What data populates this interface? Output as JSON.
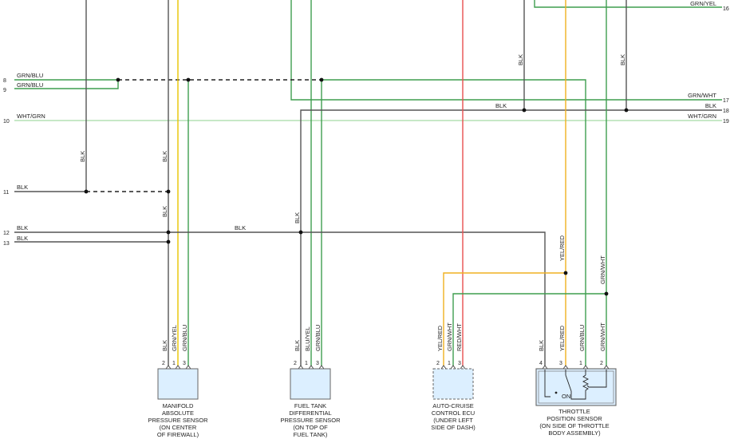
{
  "colors": {
    "blk": "#555555",
    "grn": "#3f9e4f",
    "light_grn": "#8fd08f",
    "yel": "#e8c400",
    "orange": "#f0b020",
    "red": "#e85050",
    "connector_fill": "#dcefff",
    "connector_stroke": "#666666"
  },
  "left_rows": [
    {
      "num": "8",
      "label": "GRN/BLU"
    },
    {
      "num": "9",
      "label": "GRN/BLU"
    },
    {
      "num": "10",
      "label": "WHT/GRN"
    },
    {
      "num": "11",
      "label": "BLK"
    },
    {
      "num": "12",
      "label": "BLK"
    },
    {
      "num": "13",
      "label": "BLK"
    }
  ],
  "right_rows": [
    {
      "num": "16",
      "label": "GRN/YEL"
    },
    {
      "num": "17",
      "label": "GRN/WHT"
    },
    {
      "num": "18",
      "label": "BLK"
    },
    {
      "num": "19",
      "label": "WHT/GRN"
    }
  ],
  "mid_labels": {
    "row12_blk": "BLK",
    "row18_blk": "BLK"
  },
  "vertical_labels": {
    "blk_108": "BLK",
    "blk_205_upper": "BLK",
    "blk_205_lower": "BLK",
    "blk_371": "BLK",
    "blk_655": "BLK",
    "blk_781": "BLK",
    "yelred_704": "YEL/RED",
    "grnwht_754": "GRN/WHT"
  },
  "connectors": [
    {
      "id": "map",
      "wire_labels": [
        "BLK",
        "GRN/YEL",
        "GRN/BLU"
      ],
      "pins": [
        "2",
        "1",
        "3"
      ],
      "caption": [
        "MANIFOLD",
        "ABSOLUTE",
        "PRESSURE SENSOR",
        "(ON CENTER",
        "OF FIREWALL)"
      ]
    },
    {
      "id": "ftdp",
      "wire_labels": [
        "BLK",
        "BLU/YEL",
        "GRN/BLU"
      ],
      "pins": [
        "2",
        "1",
        "3"
      ],
      "caption": [
        "FUEL TANK",
        "DIFFERENTIAL",
        "PRESSURE SENSOR",
        "(ON TOP OF",
        "FUEL TANK)"
      ]
    },
    {
      "id": "ecu",
      "wire_labels": [
        "YEL/RED",
        "GRN/WHT",
        "RED/WHT"
      ],
      "pins": [
        "2",
        "1",
        "3"
      ],
      "caption": [
        "AUTO-CRUISE",
        "CONTROL ECU",
        "(UNDER LEFT",
        "SIDE OF DASH)"
      ]
    },
    {
      "id": "tps",
      "wire_labels": [
        "BLK",
        "YEL/RED",
        "GRN/BLU",
        "GRN/WHT"
      ],
      "pins": [
        "4",
        "3",
        "1",
        "2"
      ],
      "caption": [
        "THROTTLE",
        "POSITION SENSOR",
        "(ON SIDE OF THROTTLE",
        "BODY ASSEMBLY)"
      ],
      "switch_label": "ON"
    }
  ]
}
